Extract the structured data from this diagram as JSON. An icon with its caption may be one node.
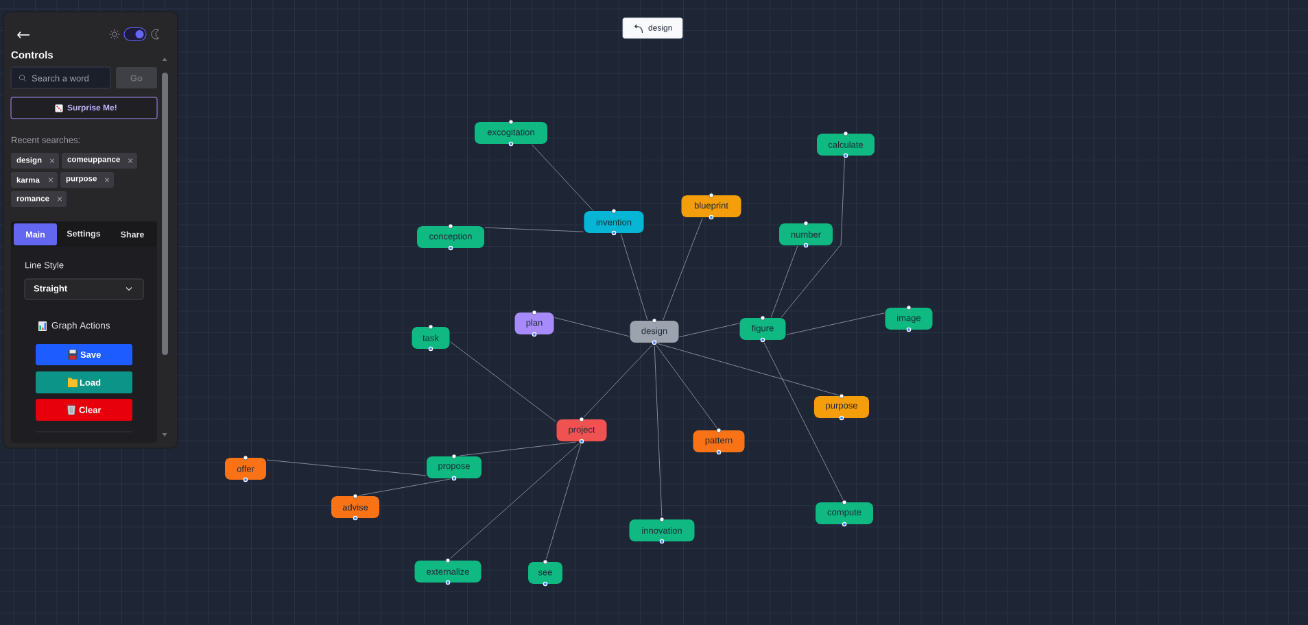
{
  "diagram": {
    "nodes": [
      {
        "text": [
          "excogitation"
        ]
      },
      {
        "text": [
          "calculate"
        ]
      },
      {
        "text": [
          "blueprint"
        ]
      },
      {
        "text": [
          "invention"
        ]
      },
      {
        "text": [
          "number"
        ]
      },
      {
        "text": [
          "conception"
        ]
      },
      {
        "text": [
          "image"
        ]
      },
      {
        "text": [
          "plan"
        ]
      },
      {
        "text": [
          "figure"
        ]
      },
      {
        "text": [
          "design"
        ]
      },
      {
        "text": [
          "task"
        ]
      },
      {
        "text": [
          "purpose"
        ]
      },
      {
        "text": [
          "project"
        ]
      },
      {
        "text": [
          "pattern"
        ]
      },
      {
        "text": [
          "propose"
        ]
      },
      {
        "text": [
          "offer"
        ]
      },
      {
        "text": [
          "advise"
        ]
      },
      {
        "text": [
          "compute"
        ]
      },
      {
        "text": [
          "innovation"
        ]
      },
      {
        "text": [
          "externalize"
        ]
      },
      {
        "text": [
          "see"
        ]
      }
    ],
    "edges": [
      {
        "from": 3,
        "to": 0,
        "arrow": "none"
      },
      {
        "from": 3,
        "to": 5,
        "arrow": "none"
      },
      {
        "from": 9,
        "to": 3,
        "arrow": "none"
      },
      {
        "from": 9,
        "to": 2,
        "arrow": "none"
      },
      {
        "from": 9,
        "to": 7,
        "arrow": "none"
      },
      {
        "from": 9,
        "to": 8,
        "arrow": "none"
      },
      {
        "from": 8,
        "to": 4,
        "arrow": "none"
      },
      {
        "from": 8,
        "to": 1,
        "arrow": "none"
      },
      {
        "from": 8,
        "to": 6,
        "arrow": "none"
      },
      {
        "from": 8,
        "to": 17,
        "arrow": "none"
      },
      {
        "from": 9,
        "to": 11,
        "arrow": "none"
      },
      {
        "from": 9,
        "to": 13,
        "arrow": "none"
      },
      {
        "from": 9,
        "to": 18,
        "arrow": "none"
      },
      {
        "from": 9,
        "to": 12,
        "arrow": "none"
      },
      {
        "from": 12,
        "to": 10,
        "arrow": "none"
      },
      {
        "from": 12,
        "to": 14,
        "arrow": "none"
      },
      {
        "from": 12,
        "to": 19,
        "arrow": "none"
      },
      {
        "from": 12,
        "to": 20,
        "arrow": "none"
      },
      {
        "from": 14,
        "to": 15,
        "arrow": "none"
      },
      {
        "from": 14,
        "to": 16,
        "arrow": "none"
      }
    ],
    "labels": [
      "Controls",
      "Search a word",
      "Go",
      "Surprise Me!",
      "Recent searches:",
      "design",
      "comeuppance",
      "karma",
      "purpose",
      "romance",
      "Main",
      "Settings",
      "Share",
      "Line Style",
      "Straight",
      "Graph Actions",
      "Save",
      "Load",
      "Clear",
      "design"
    ]
  }
}
